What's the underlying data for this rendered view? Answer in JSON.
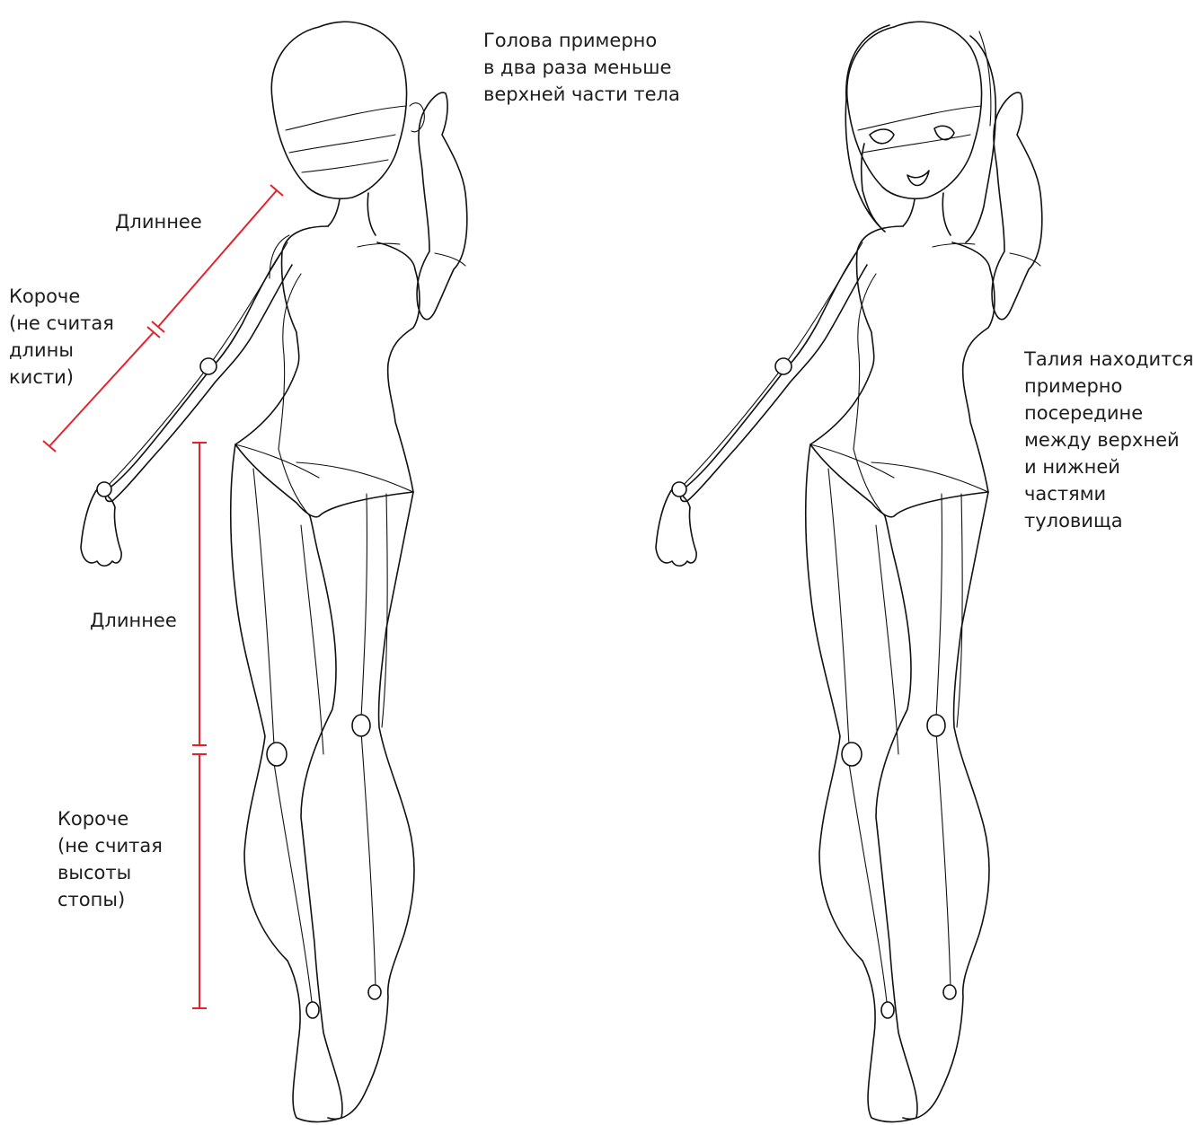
{
  "colors": {
    "ink": "#111111",
    "text": "#1d1d1b",
    "measure": "#e3222b",
    "background": "#ffffff"
  },
  "annotations": {
    "head": [
      "Голова примерно",
      "в два раза меньше",
      "верхней части тела"
    ],
    "upper_arm": [
      "Длиннее"
    ],
    "forearm": [
      "Короче",
      "(не считая",
      "длины",
      "кисти)"
    ],
    "thigh": [
      "Длиннее"
    ],
    "shin": [
      "Короче",
      "(не считая",
      "высоты",
      "стопы)"
    ],
    "waist": [
      "Талия находится",
      "примерно",
      "посередине",
      "между верхней",
      "и нижней",
      "частями",
      "туловища"
    ]
  }
}
